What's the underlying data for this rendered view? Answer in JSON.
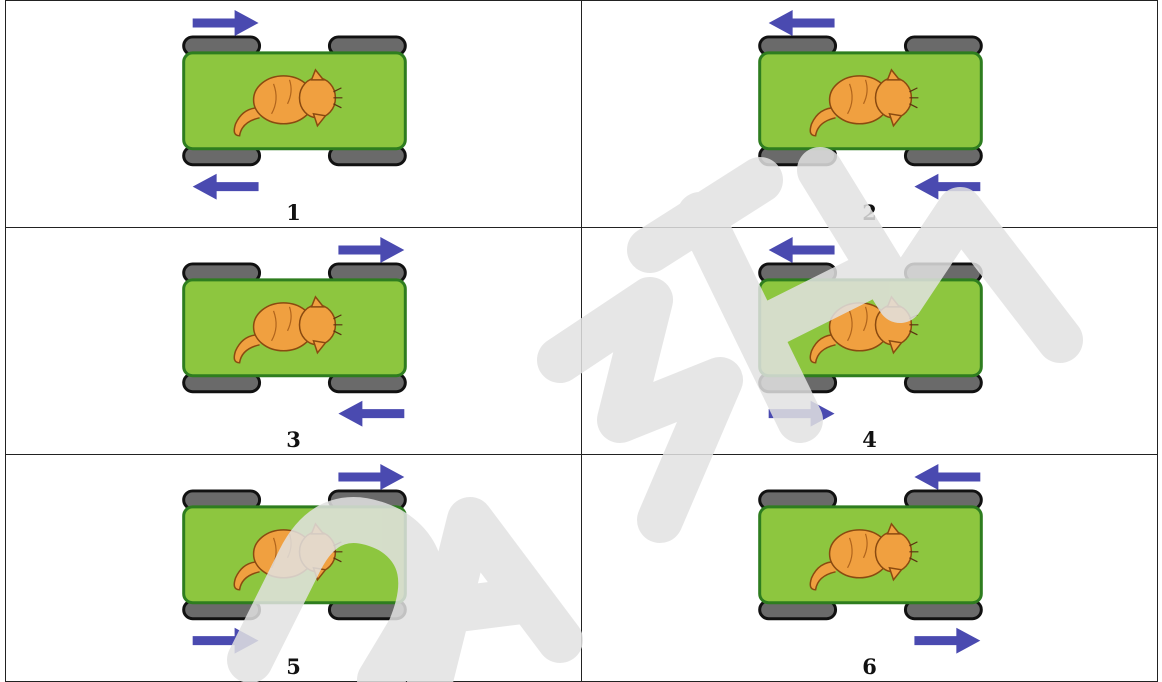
{
  "panels": [
    {
      "number": "1",
      "arrows": {
        "top_left": "right",
        "bottom_left": "left"
      }
    },
    {
      "number": "2",
      "arrows": {
        "top_left": "left",
        "bottom_right": "left"
      }
    },
    {
      "number": "3",
      "arrows": {
        "top_right": "right",
        "bottom_right": "left"
      }
    },
    {
      "number": "4",
      "arrows": {
        "top_left": "left",
        "bottom_left": "right"
      }
    },
    {
      "number": "5",
      "arrows": {
        "top_right": "right",
        "bottom_left": "right"
      }
    },
    {
      "number": "6",
      "arrows": {
        "top_right": "left",
        "bottom_right": "right"
      }
    }
  ],
  "colors": {
    "chassis": "#8dc63f",
    "chassis_border": "#2e7d1f",
    "wheel": "#6a6a6a",
    "arrow": "#4a4ab0",
    "cat": "#f0a040",
    "watermark": "#e6e6e6"
  },
  "icons": {
    "robot": "wheeled-robot-with-cat-icon",
    "arrow": "direction-arrow-icon"
  }
}
